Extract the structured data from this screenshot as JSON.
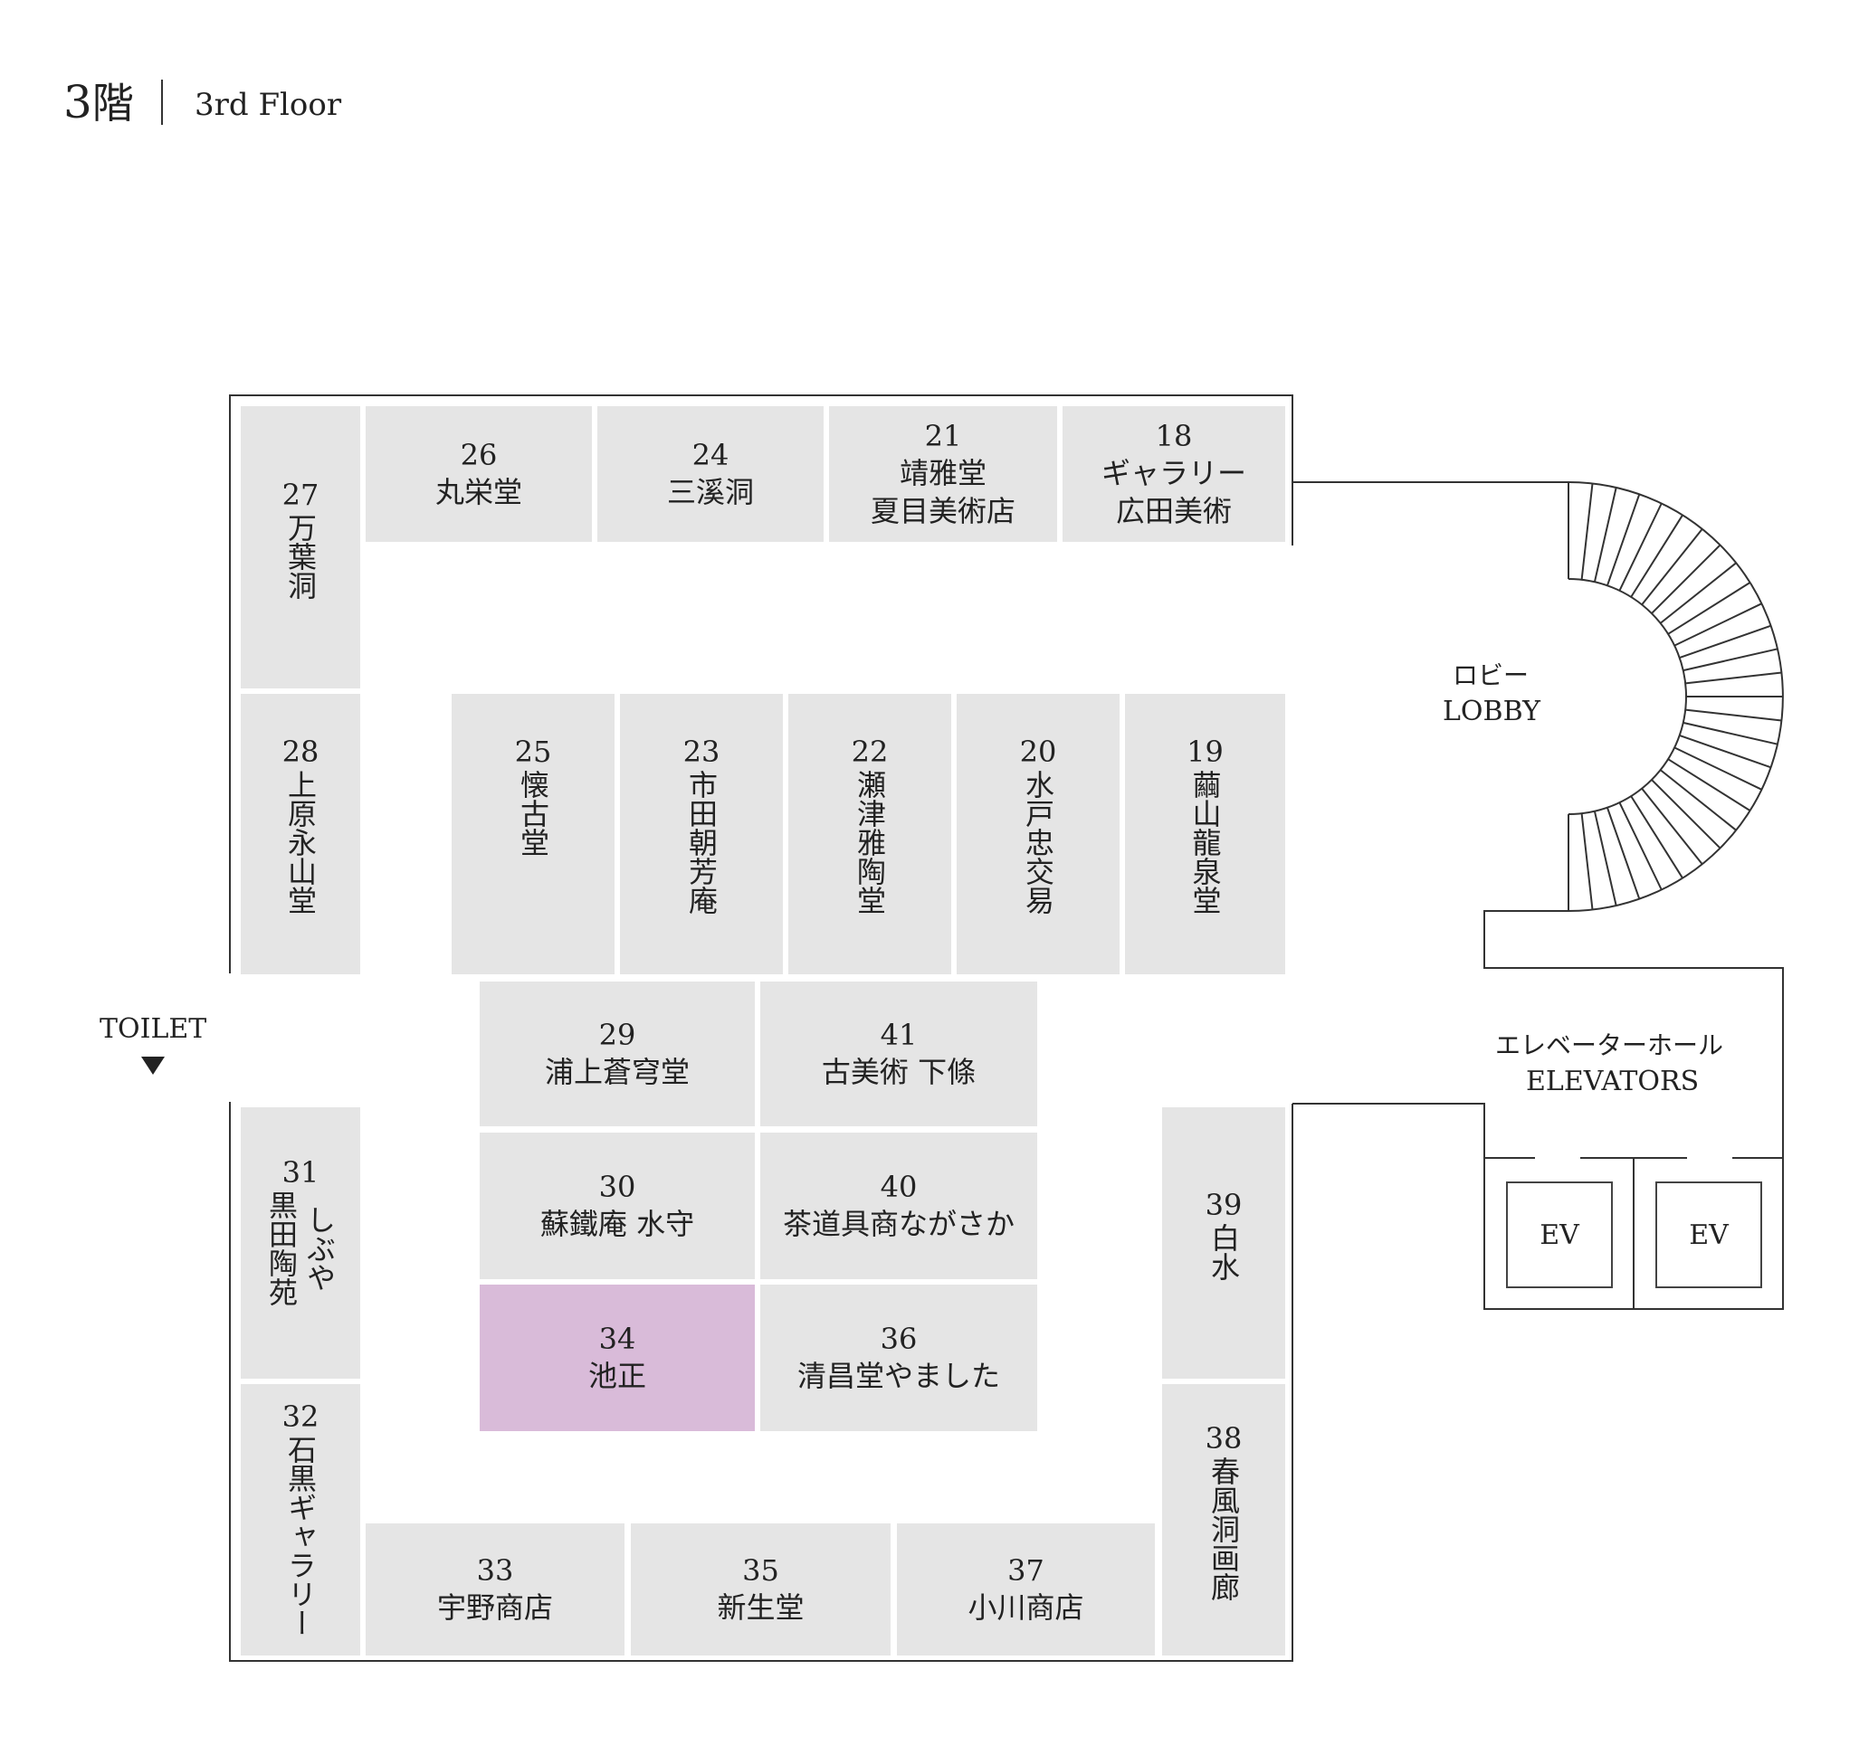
{
  "header": {
    "floor_number": "3",
    "floor_kanji": "階",
    "floor_en": "3rd Floor"
  },
  "labels": {
    "toilet": "TOILET",
    "lobby_jp": "ロビー",
    "lobby_en": "LOBBY",
    "elevator_jp": "エレベーターホール",
    "elevator_en": "ELEVATORS",
    "ev1": "EV",
    "ev2": "EV"
  },
  "stalls": {
    "s26": {
      "no": "26",
      "name": "丸栄堂"
    },
    "s24": {
      "no": "24",
      "name": "三溪洞"
    },
    "s21": {
      "no": "21",
      "name1": "靖雅堂",
      "name2": "夏目美術店"
    },
    "s18": {
      "no": "18",
      "name1": "ギャラリー",
      "name2": "広田美術"
    },
    "s27": {
      "no": "27",
      "name": "万葉洞"
    },
    "s28": {
      "no": "28",
      "name": "上原永山堂"
    },
    "s25": {
      "no": "25",
      "name": "懐古堂"
    },
    "s23": {
      "no": "23",
      "name": "市田朝芳庵"
    },
    "s22": {
      "no": "22",
      "name": "瀬津雅陶堂"
    },
    "s20": {
      "no": "20",
      "name": "水戸忠交易"
    },
    "s19": {
      "no": "19",
      "name": "繭山龍泉堂"
    },
    "s29": {
      "no": "29",
      "name": "浦上蒼穹堂"
    },
    "s41": {
      "no": "41",
      "name": "古美術 下條"
    },
    "s30": {
      "no": "30",
      "name": "蘇鐵庵 水守"
    },
    "s40": {
      "no": "40",
      "name": "茶道具商ながさか"
    },
    "s34": {
      "no": "34",
      "name": "池正"
    },
    "s36": {
      "no": "36",
      "name": "清昌堂やました"
    },
    "s31": {
      "no": "31",
      "name1": "しぶや",
      "name2": "黒田陶苑"
    },
    "s32": {
      "no": "32",
      "name": "石黒ギャラリー"
    },
    "s33": {
      "no": "33",
      "name": "宇野商店"
    },
    "s35": {
      "no": "35",
      "name": "新生堂"
    },
    "s37": {
      "no": "37",
      "name": "小川商店"
    },
    "s39": {
      "no": "39",
      "name": "白水"
    },
    "s38": {
      "no": "38",
      "name": "春風洞画廊"
    }
  },
  "colors": {
    "stall": "#e5e5e5",
    "highlight": "#d9bbd9",
    "line": "#333333"
  },
  "highlighted_stall": "34"
}
